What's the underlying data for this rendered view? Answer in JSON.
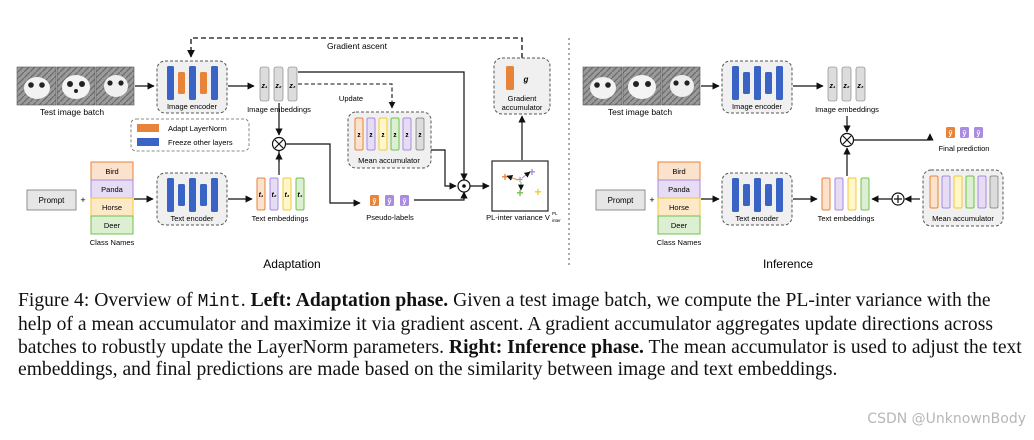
{
  "left": {
    "gradient_ascent": "Gradient ascent",
    "test_image_batch": "Test image batch",
    "image_encoder": "Image encoder",
    "image_embeddings": "Image embeddings",
    "emb_z1": "z₁",
    "emb_z2": "z₂",
    "emb_z3": "z₃",
    "update": "Update",
    "legend_adapt": "Adapt LayerNorm",
    "legend_freeze": "Freeze other layers",
    "mean_accumulator": "Mean accumulator",
    "grad_acc_line1": "Gradient",
    "grad_acc_line2": "accumulator",
    "grad_acc_symbol": "g",
    "prompt": "Prompt",
    "plus": "+",
    "classes": [
      "Bird",
      "Panda",
      "Horse",
      "Deer"
    ],
    "class_names": "Class Names",
    "text_encoder": "Text encoder",
    "text_embeddings": "Text embeddings",
    "text_t1": "t₁",
    "text_t2": "t₂",
    "text_t3": "t₃",
    "text_t4": "t₄",
    "pseudo_labels": "Pseudo-labels",
    "pl_inter": "PL-inter variance V",
    "pl_inter_sub": "inter",
    "pl_inter_sup": "PL",
    "section_label": "Adaptation"
  },
  "right": {
    "test_image_batch": "Test image batch",
    "image_encoder": "Image encoder",
    "image_embeddings": "Image embeddings",
    "emb_z1": "z₁",
    "emb_z2": "z₂",
    "emb_z3": "z₃",
    "final_prediction": "Final prediction",
    "prompt": "Prompt",
    "plus": "+",
    "classes": [
      "Bird",
      "Panda",
      "Horse",
      "Deer"
    ],
    "class_names": "Class Names",
    "text_encoder": "Text encoder",
    "text_embeddings": "Text embeddings",
    "mean_accumulator": "Mean accumulator",
    "section_label": "Inference"
  },
  "caption": {
    "fig_label": "Figure 4: Overview of ",
    "mint": "Mint",
    "dot": ". ",
    "left_bold": "Left: Adaptation phase.",
    "left_text": " Given a test image batch, we compute the PL-inter variance with the help of a mean accumulator and maximize it via gradient ascent. A gradient accumulator aggregates update directions across batches to robustly update the LayerNorm parameters. ",
    "right_bold": "Right: Inference phase.",
    "right_text": " The mean accumulator is used to adjust the text embeddings, and final predictions are made based on the similarity between image and text embeddings."
  },
  "watermark": "CSDN @UnknownBody",
  "colors": {
    "blue": "#3a63c6",
    "orange": "#e8833a",
    "yellow": "#f2d94a",
    "purple": "#a98be0",
    "green": "#74c04a",
    "gray_bar": "#dcdcdc",
    "bird_fill": "#fbe2cc",
    "panda_fill": "#e6dcf4",
    "horse_fill": "#fde8c8",
    "deer_fill": "#dcefd2"
  }
}
